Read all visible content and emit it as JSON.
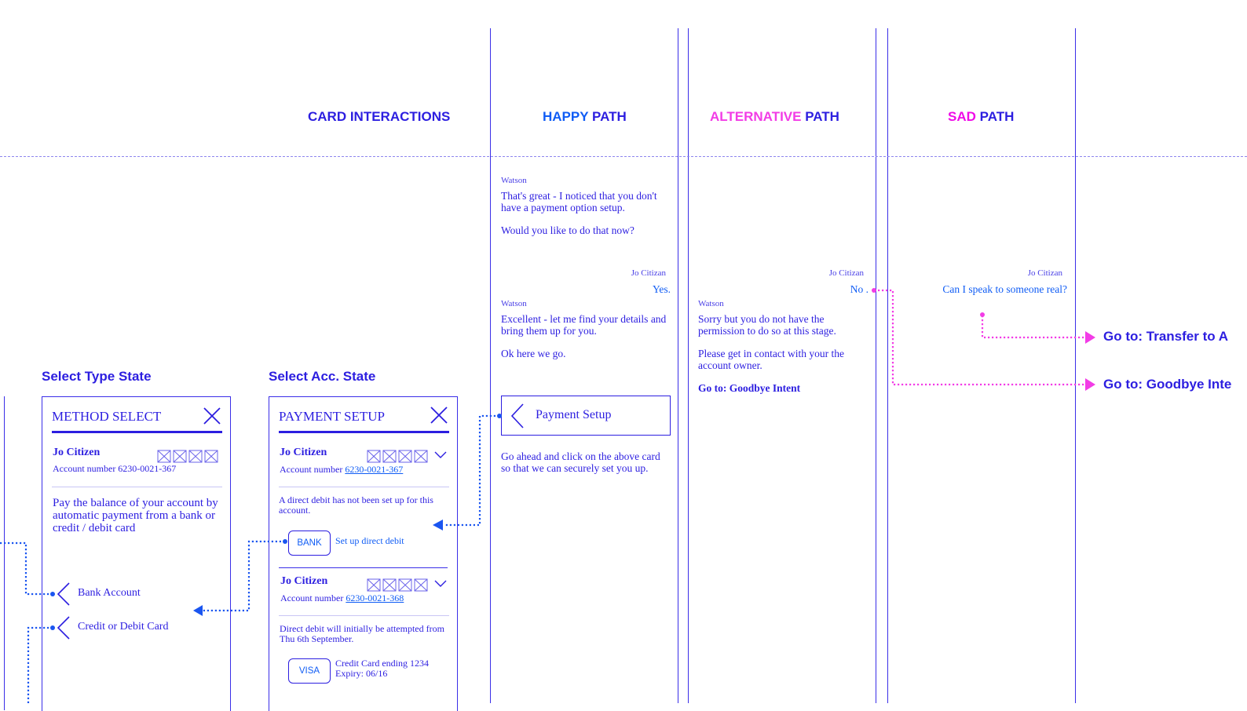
{
  "columns": {
    "card_interactions": "CARD INTERACTIONS",
    "happy": {
      "word": "HAPPY",
      "path": " PATH"
    },
    "alternative": {
      "word": "ALTERNATIVE",
      "path": " PATH"
    },
    "sad": {
      "word": "SAD",
      "path": " PATH"
    }
  },
  "colors": {
    "ink": "#2c1ee0",
    "blue": "#0f5cf5",
    "magenta": "#f23ce6"
  },
  "select_type": {
    "state_title": "Select Type State",
    "panel_title": "METHOD SELECT",
    "close_icon": "close-icon",
    "name": "Jo Citizen",
    "account": "Account number 6230-0021-367",
    "description": "Pay the balance of your account by automatic payment from a bank or credit / debit card",
    "options": [
      {
        "label": "Bank Account",
        "icon": "chevron-left-icon"
      },
      {
        "label": "Credit or Debit Card",
        "icon": "chevron-left-icon"
      }
    ]
  },
  "select_acc": {
    "state_title": "Select Acc. State",
    "panel_title": "PAYMENT SETUP",
    "close_icon": "close-icon",
    "account1": {
      "name": "Jo Citizen",
      "account_label": "Account number ",
      "account_number": "6230-0021-367",
      "note": "A direct debit has not been set up for this account.",
      "badge": "BANK",
      "action": "Set up direct debit"
    },
    "account2": {
      "name": "Jo Citizen",
      "account_label": "Account number ",
      "account_number": "6230-0021-368",
      "note": "Direct debit will initially be attempted from Thu 6th September.",
      "badge": "VISA",
      "card_line1": "Credit Card ending 1234",
      "card_line2": "Expiry: 06/16"
    }
  },
  "happy_path": {
    "watson_label_1": "Watson",
    "msg1_p1": "That's great - I noticed that you don't have a payment option setup.",
    "msg1_p2": "Would you like to do that now?",
    "user_label": "Jo Citizan",
    "user_reply": "Yes.",
    "watson_label_2": "Watson",
    "msg2_p1": "Excellent - let me find your details and bring them up for you.",
    "msg2_p2": "Ok here we go.",
    "card_label": "Payment Setup",
    "instruction": "Go ahead and click on the above card so that we can securely set you up."
  },
  "alternative_path": {
    "user_label": "Jo Citizan",
    "user_reply": "No .",
    "watson_label": "Watson",
    "msg_p1": "Sorry but you do not have the permission to do so at this stage.",
    "msg_p2": "Please get in contact with your the account owner.",
    "goto": "Go to: Goodbye Intent"
  },
  "sad_path": {
    "user_label": "Jo Citizan",
    "user_reply": "Can I speak to someone real?"
  },
  "exits": {
    "transfer": "Go to: Transfer to A",
    "goodbye": "Go to: Goodbye Inte"
  }
}
